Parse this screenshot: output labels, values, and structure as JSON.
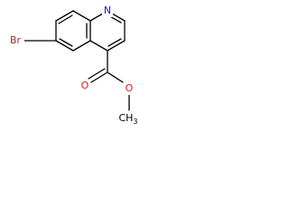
{
  "molecule": {
    "atoms": {
      "nitrogen": {
        "label": "N",
        "color": "#1a1ab8"
      },
      "bromine": {
        "label": "Br",
        "color": "#a52a2a"
      },
      "carbonyl_oxygen": {
        "label": "O",
        "color": "#e31a1a"
      },
      "ester_oxygen": {
        "label": "O",
        "color": "#e31a1a"
      },
      "methyl": {
        "label": "CH",
        "subscript": "3",
        "color": "#000000"
      }
    }
  }
}
